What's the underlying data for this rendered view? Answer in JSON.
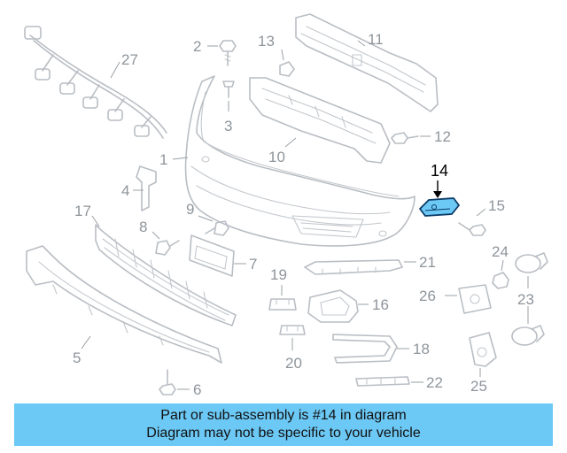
{
  "callouts": {
    "c1": "1",
    "c2": "2",
    "c3": "3",
    "c4": "4",
    "c5": "5",
    "c6": "6",
    "c7": "7",
    "c8": "8",
    "c9": "9",
    "c10": "10",
    "c11": "11",
    "c12": "12",
    "c13": "13",
    "c14": "14",
    "c15": "15",
    "c16": "16",
    "c17": "17",
    "c18": "18",
    "c19": "19",
    "c20": "20",
    "c21": "21",
    "c22": "22",
    "c23": "23",
    "c24": "24",
    "c25": "25",
    "c26": "26",
    "c27": "27"
  },
  "highlight": {
    "part_number": "14",
    "color": "#6cc8f5"
  },
  "colors": {
    "line": "#b9bec4",
    "label": "#8e959b",
    "banner": "#6cc8f5"
  },
  "banner": {
    "line1": "Part or sub-assembly is #14 in diagram",
    "line2": "Diagram may not be specific to your vehicle"
  }
}
